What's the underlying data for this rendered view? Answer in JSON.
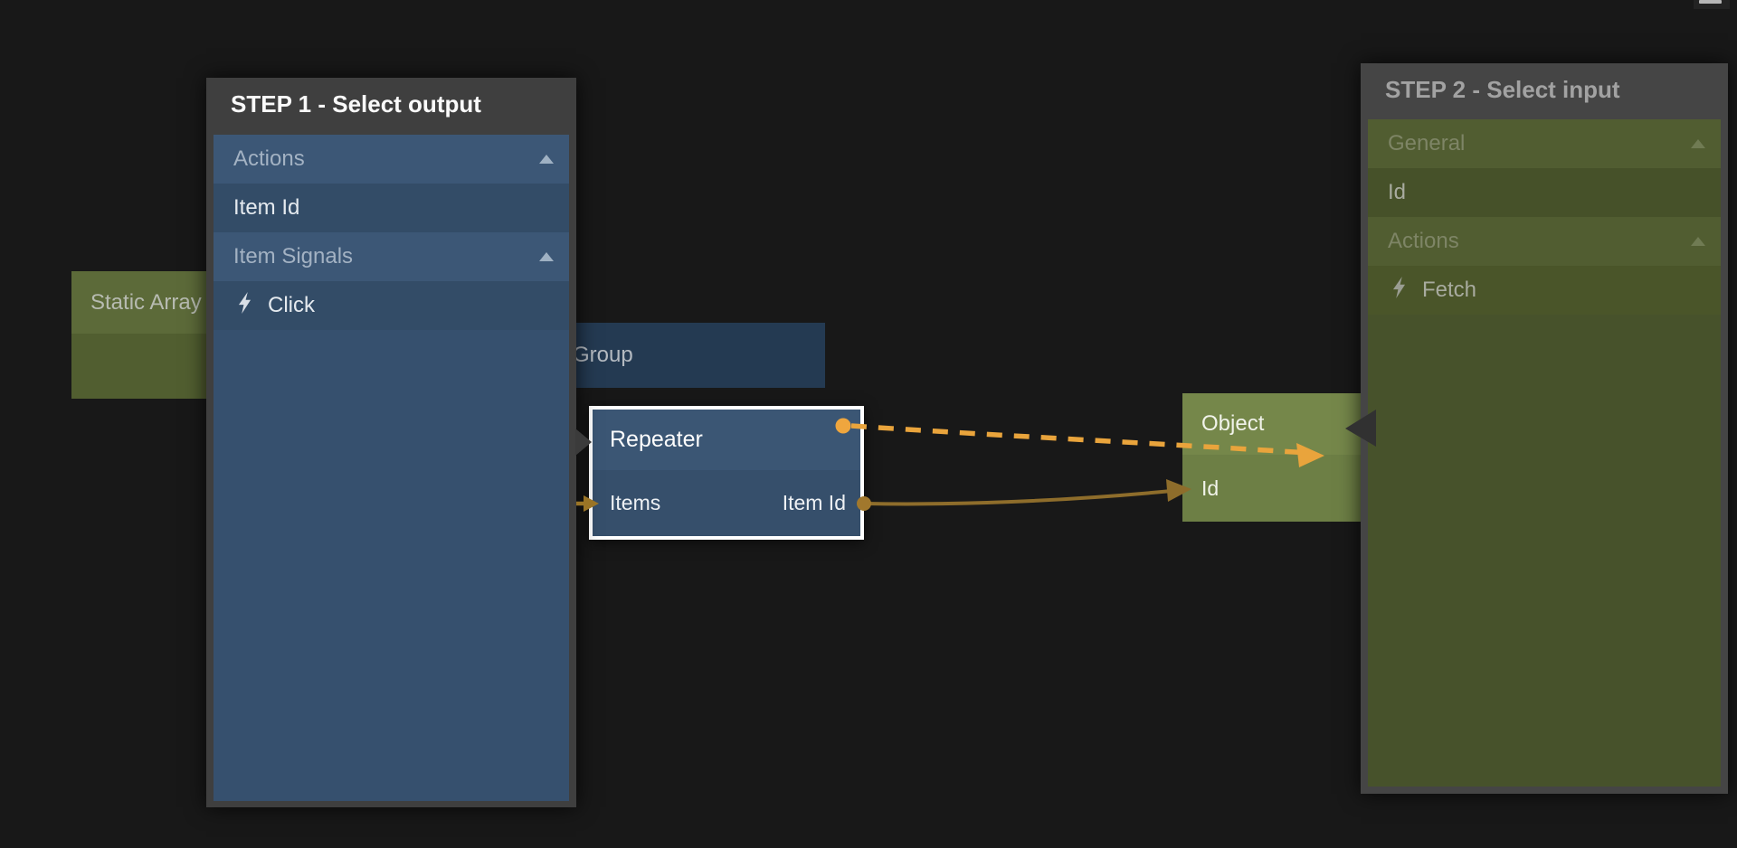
{
  "colors": {
    "background": "#181818",
    "connection_signal_dashed": "#e9a43c",
    "connection_data_solid": "#8e6d2b",
    "port_signal": "#efa63e",
    "port_data": "#a1782d",
    "selected_node_border": "#ffffff"
  },
  "panels": {
    "step1": {
      "title": "STEP 1 - Select output",
      "rows": [
        {
          "label": "Actions",
          "type": "category",
          "collapse_icon": "chevron-up"
        },
        {
          "label": "Item Id",
          "type": "option"
        },
        {
          "label": "Item Signals",
          "type": "category",
          "collapse_icon": "chevron-up"
        },
        {
          "label": "Click",
          "type": "signal-option",
          "icon": "lightning"
        }
      ]
    },
    "step2": {
      "title": "STEP 2 - Select input",
      "rows": [
        {
          "label": "General",
          "type": "category",
          "collapse_icon": "chevron-up"
        },
        {
          "label": "Id",
          "type": "option"
        },
        {
          "label": "Actions",
          "type": "category",
          "collapse_icon": "chevron-up"
        },
        {
          "label": "Fetch",
          "type": "signal-option",
          "icon": "lightning"
        }
      ]
    }
  },
  "nodes": {
    "static_array": {
      "title": "Static Array"
    },
    "group": {
      "title": "Group"
    },
    "repeater": {
      "title": "Repeater",
      "input_port": "Items",
      "output_port": "Item Id"
    },
    "object": {
      "title": "Object",
      "input_port": "Id"
    }
  }
}
